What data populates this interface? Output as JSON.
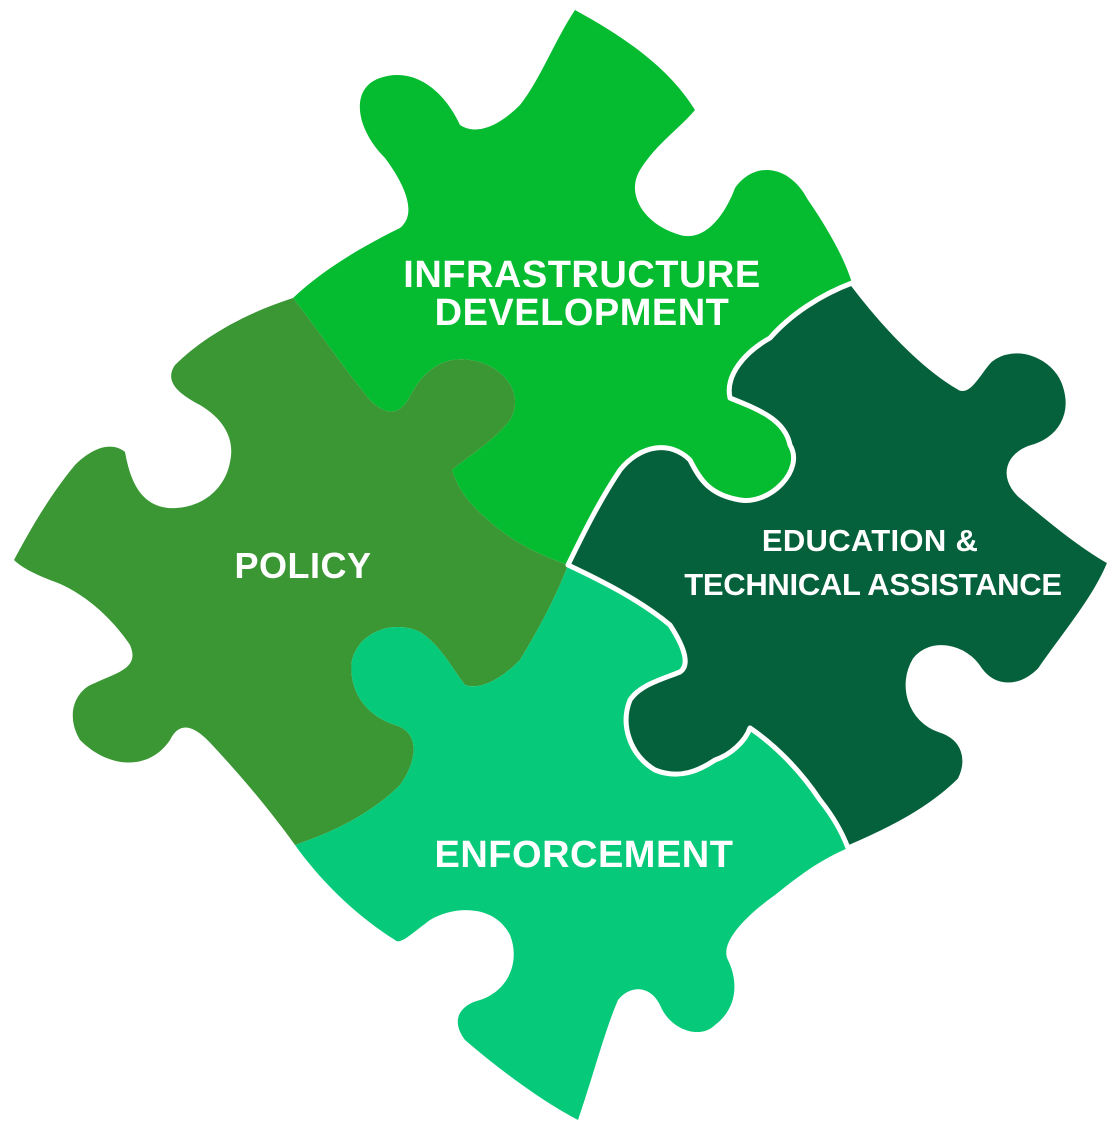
{
  "pieces": {
    "infrastructure": {
      "label_line1": "INFRASTRUCTURE",
      "label_line2": "DEVELOPMENT",
      "color": "#05BB30"
    },
    "policy": {
      "label": "POLICY",
      "color": "#3A9734"
    },
    "education": {
      "label_line1": "EDUCATION &",
      "label_line2": "TECHNICAL ASSISTANCE",
      "color": "#05613B"
    },
    "enforcement": {
      "label": "ENFORCEMENT",
      "color": "#07C97A"
    }
  },
  "outline_color": "#FFFFFF"
}
